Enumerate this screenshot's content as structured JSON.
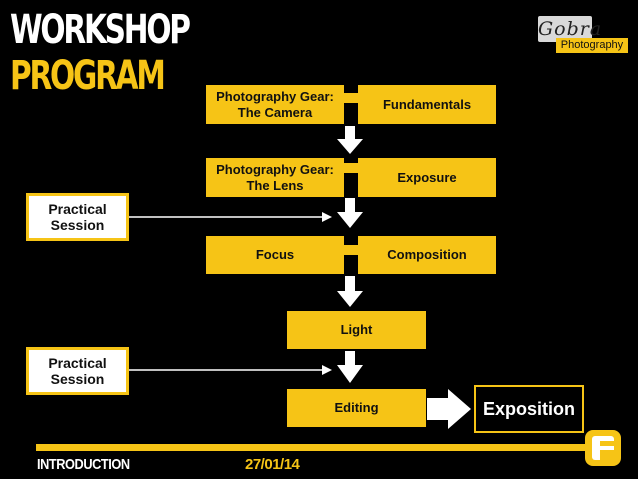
{
  "title": {
    "line1": "WORKSHOP",
    "line2": "PROGRAM"
  },
  "logo": {
    "script": "Gobra",
    "tag": "Photography"
  },
  "modules": [
    {
      "left": "Photography Gear:\nThe Camera",
      "right": "Fundamentals"
    },
    {
      "left": "Photography Gear:\nThe Lens",
      "right": "Exposure"
    },
    {
      "left": "Focus",
      "right": "Composition"
    },
    {
      "center": "Light"
    },
    {
      "center": "Editing"
    }
  ],
  "practical_sessions": [
    "Practical\nSession",
    "Practical\nSession"
  ],
  "final": "Exposition",
  "footer": {
    "section": "INTRODUCTION",
    "date": "27/01/14"
  },
  "colors": {
    "accent": "#f6c416",
    "background": "#000000",
    "text": "#ffffff"
  }
}
